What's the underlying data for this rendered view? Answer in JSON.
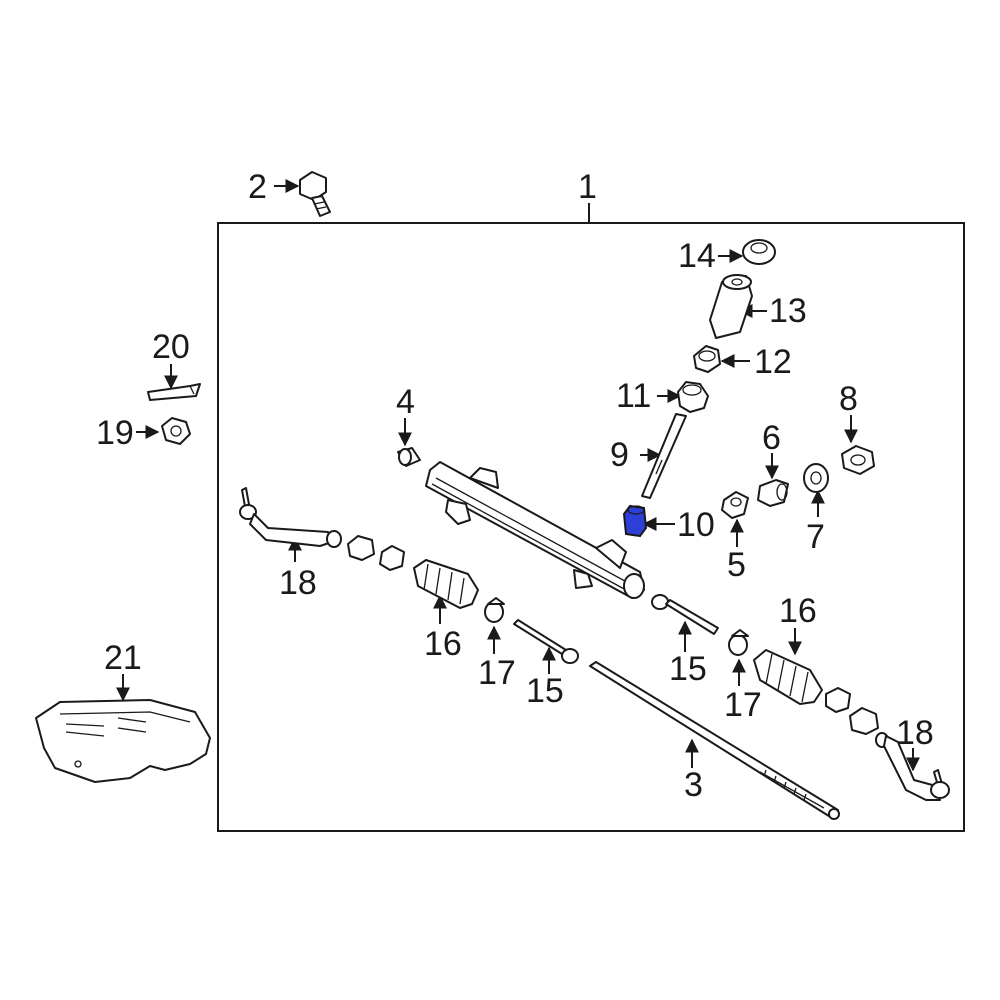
{
  "diagram": {
    "highlight_color": "#2c3fd6",
    "callouts": {
      "c1": "1",
      "c2": "2",
      "c3": "3",
      "c4": "4",
      "c5": "5",
      "c6": "6",
      "c7": "7",
      "c8": "8",
      "c9": "9",
      "c10": "10",
      "c11": "11",
      "c12": "12",
      "c13": "13",
      "c14": "14",
      "c15a": "15",
      "c15b": "15",
      "c16a": "16",
      "c16b": "16",
      "c17a": "17",
      "c17b": "17",
      "c18a": "18",
      "c18b": "18",
      "c19": "19",
      "c20": "20",
      "c21": "21"
    }
  }
}
